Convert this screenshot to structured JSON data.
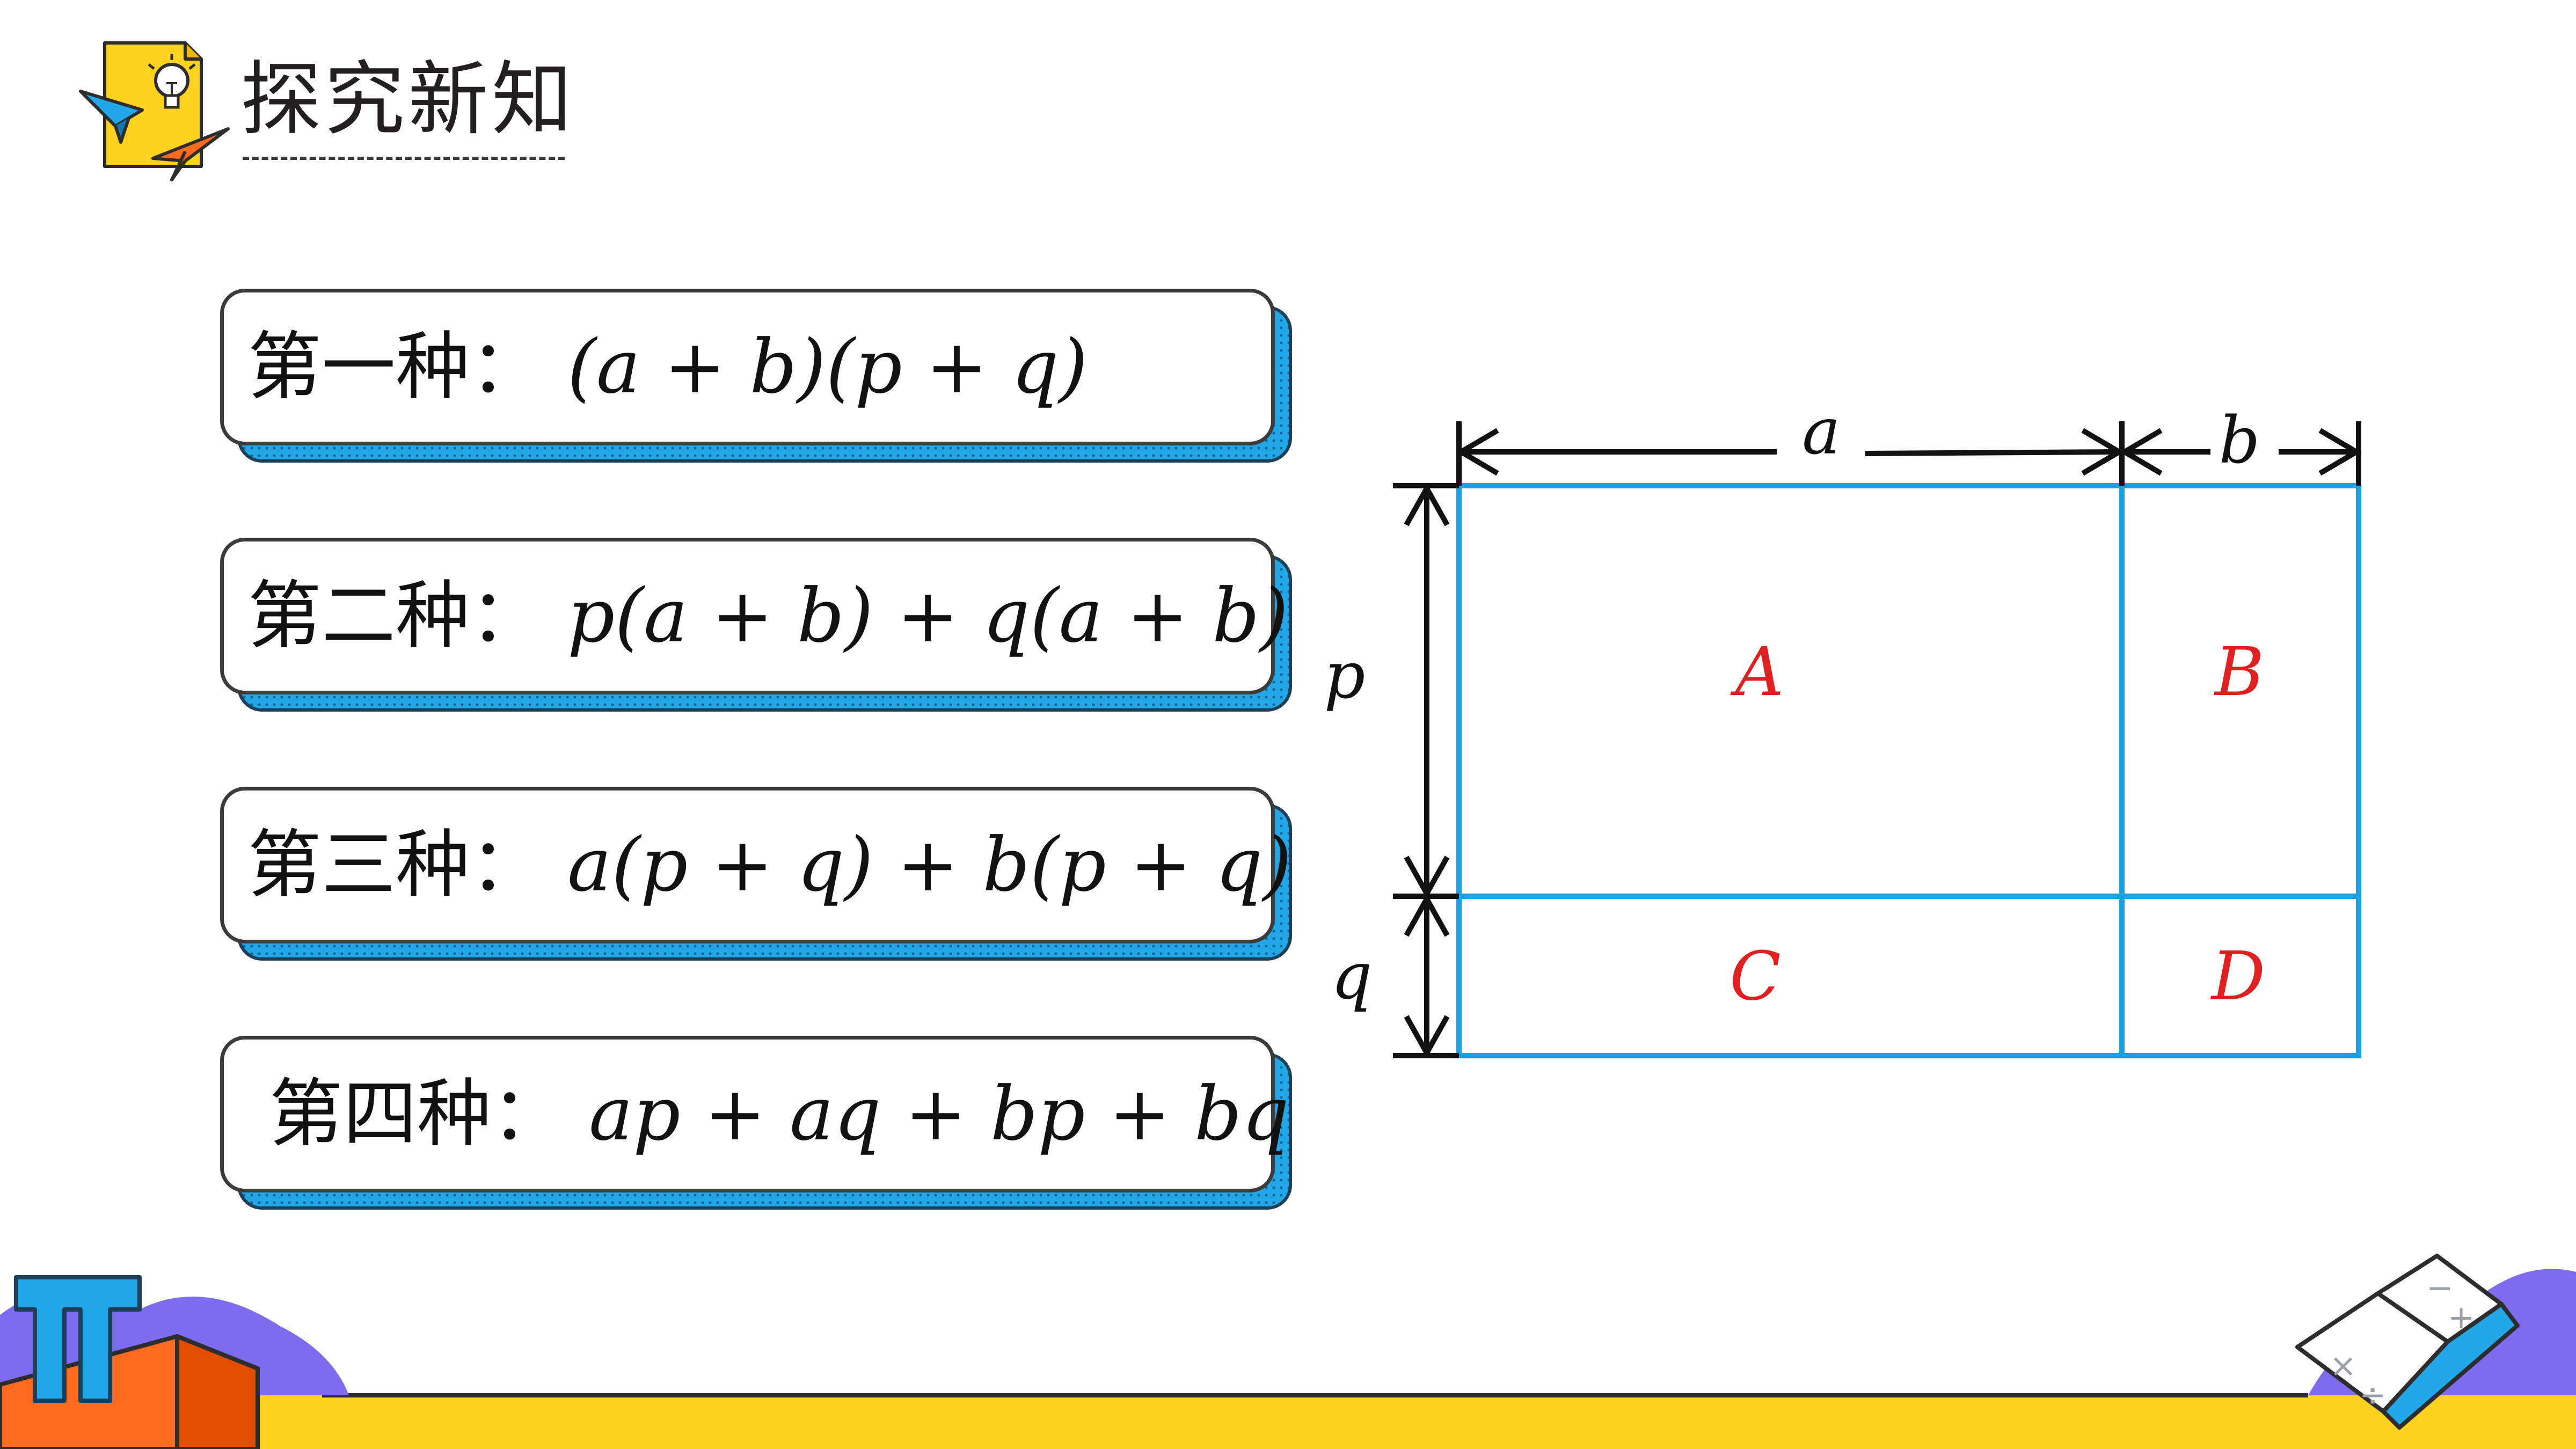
{
  "header": {
    "title": "探究新知"
  },
  "cards": [
    {
      "label": "第一种：",
      "formula": "(a + b)(p + q)"
    },
    {
      "label": "第二种：",
      "formula": "p(a + b) + q(a + b)"
    },
    {
      "label": "第三种：",
      "formula": "a(p + q) + b(p + q)"
    },
    {
      "label": "第四种：",
      "formula": "ap + aq + bp + bq"
    }
  ],
  "diagram": {
    "dimensions": {
      "top_left": "a",
      "top_right": "b",
      "side_upper": "p",
      "side_lower": "q"
    },
    "regions": [
      "A",
      "B",
      "C",
      "D"
    ],
    "colors": {
      "frame": "#1ba1e2",
      "region_label": "#e02020",
      "dimension": "#111111"
    }
  },
  "icons": [
    "idea-document-icon",
    "paper-plane-icon",
    "pi-symbol-icon",
    "open-book-icon"
  ],
  "colors": {
    "accent_yellow": "#ffd21f",
    "accent_blue": "#22a7e8",
    "accent_purple": "#7b6cf0",
    "accent_orange": "#ff6a1f"
  }
}
